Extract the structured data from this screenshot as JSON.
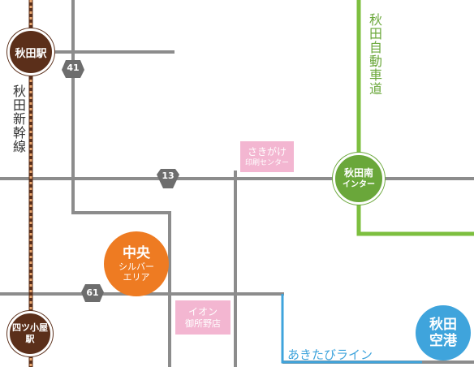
{
  "stations": {
    "akita": "秋田駅",
    "yotsugoya_line1": "四ツ小屋",
    "yotsugoya_line2": "駅"
  },
  "lines": {
    "shinkansen": "秋田新幹線",
    "expressway": "秋田自動車道",
    "akita_tabi": "あきたびライン"
  },
  "interchange": {
    "line1": "秋田南",
    "line2": "インター"
  },
  "airport": {
    "line1": "秋田",
    "line2": "空港"
  },
  "area": {
    "line1": "中央",
    "line2": "シルバー",
    "line3": "エリア"
  },
  "landmarks": {
    "sakigake_line1": "さきがけ",
    "sakigake_line2": "印刷センター",
    "aeon_line1": "イオン",
    "aeon_line2": "御所野店"
  },
  "routes": {
    "r41": "41",
    "r13": "13",
    "r61": "61"
  },
  "colors": {
    "road": "#8c8c8c",
    "expressway": "#7dbf3f",
    "akita_tabi": "#3fa4dc",
    "rail": "#5b2f1a",
    "station": "#5b2f1a",
    "area": "#ee7b22",
    "landmark": "#f3b6d1",
    "route_shield": "#6d6d6d"
  }
}
